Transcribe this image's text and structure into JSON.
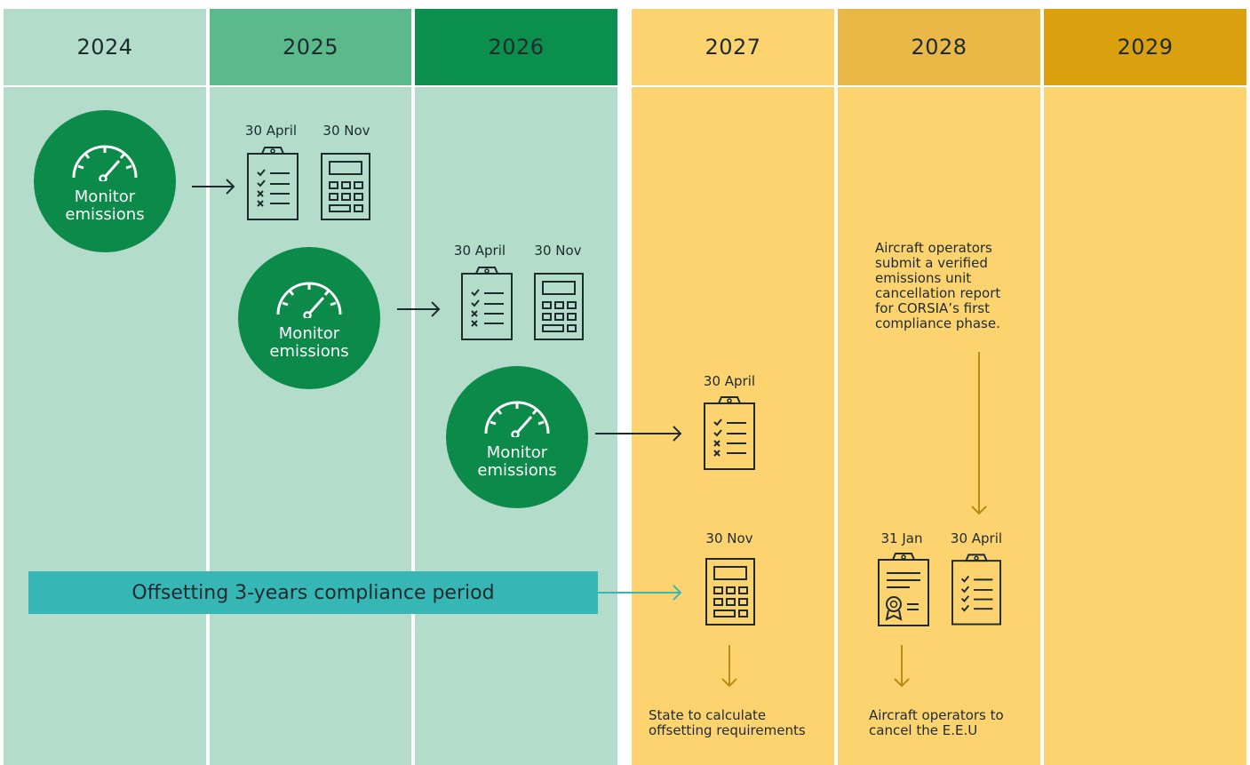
{
  "years": [
    "2024",
    "2025",
    "2026",
    "2027",
    "2028",
    "2029"
  ],
  "monitor": {
    "label_1": "Monitor emissions",
    "label_2": "Monitor emissions",
    "label_3": "Monitor emissions"
  },
  "dates": {
    "r1_april": "30 April",
    "r1_nov": "30 Nov",
    "r2_april": "30 April",
    "r2_nov": "30 Nov",
    "r3_april": "30 April",
    "r4_nov": "30 Nov",
    "r4_jan": "31 Jan",
    "r4_april": "30 April"
  },
  "band_label": "Offsetting 3-years compliance period",
  "notes": {
    "operators_submit": "Aircraft operators submit a verified emissions unit cancellation report for CORSIA’s first compliance phase.",
    "state_calc": "State to calculate offsetting requirements",
    "operators_cancel": "Aircraft operators to cancel the E.E.U"
  },
  "colors": {
    "green_light": "#b3dccb",
    "green_mid": "#5bba8b",
    "green_dark": "#0a8f4d",
    "yellow_light": "#fdd36f",
    "yellow_mid": "#e9b846",
    "yellow_dark": "#dba00e",
    "teal": "#36b7b5",
    "ink": "#1d2b2e",
    "gold_arrow": "#b98a16"
  },
  "icons": [
    "speedometer-icon",
    "checklist-clipboard-icon",
    "calculator-icon",
    "certificate-clipboard-icon",
    "arrow-right-icon",
    "arrow-down-icon"
  ]
}
